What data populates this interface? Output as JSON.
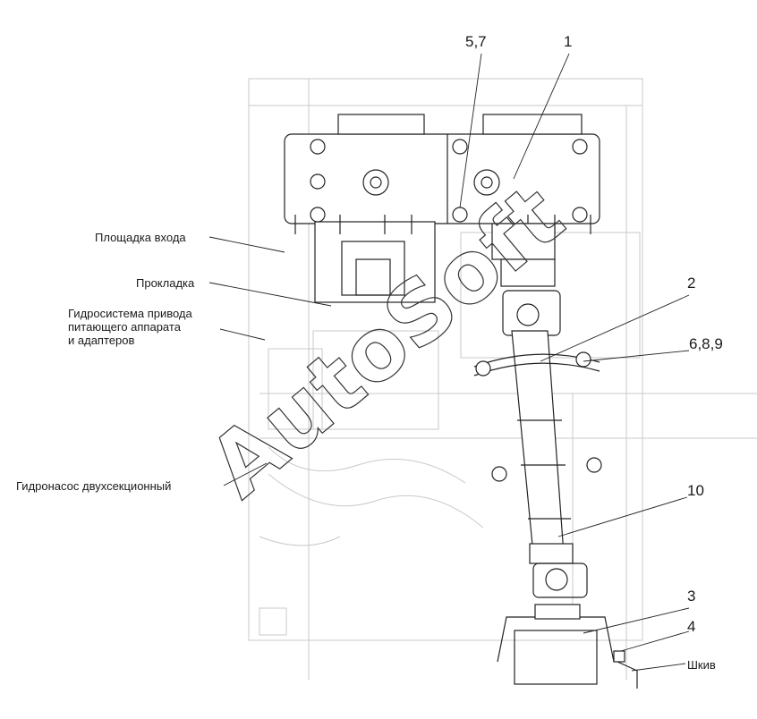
{
  "callouts": {
    "c57": "5,7",
    "c1": "1",
    "c2": "2",
    "c689": "6,8,9",
    "c10": "10",
    "c3": "3",
    "c4": "4",
    "pulley": "Шкив"
  },
  "labels": {
    "entry_platform": "Площадка входа",
    "gasket": "Прокладка",
    "hydro_line1": "Гидросистема привода",
    "hydro_line2": "питающего аппарата",
    "hydro_line3": "и адаптеров",
    "pump": "Гидронасос двухсекционный"
  },
  "watermark": "AutoSoft",
  "colors": {
    "ink": "#222222",
    "ghost": "#c9c9c9"
  }
}
